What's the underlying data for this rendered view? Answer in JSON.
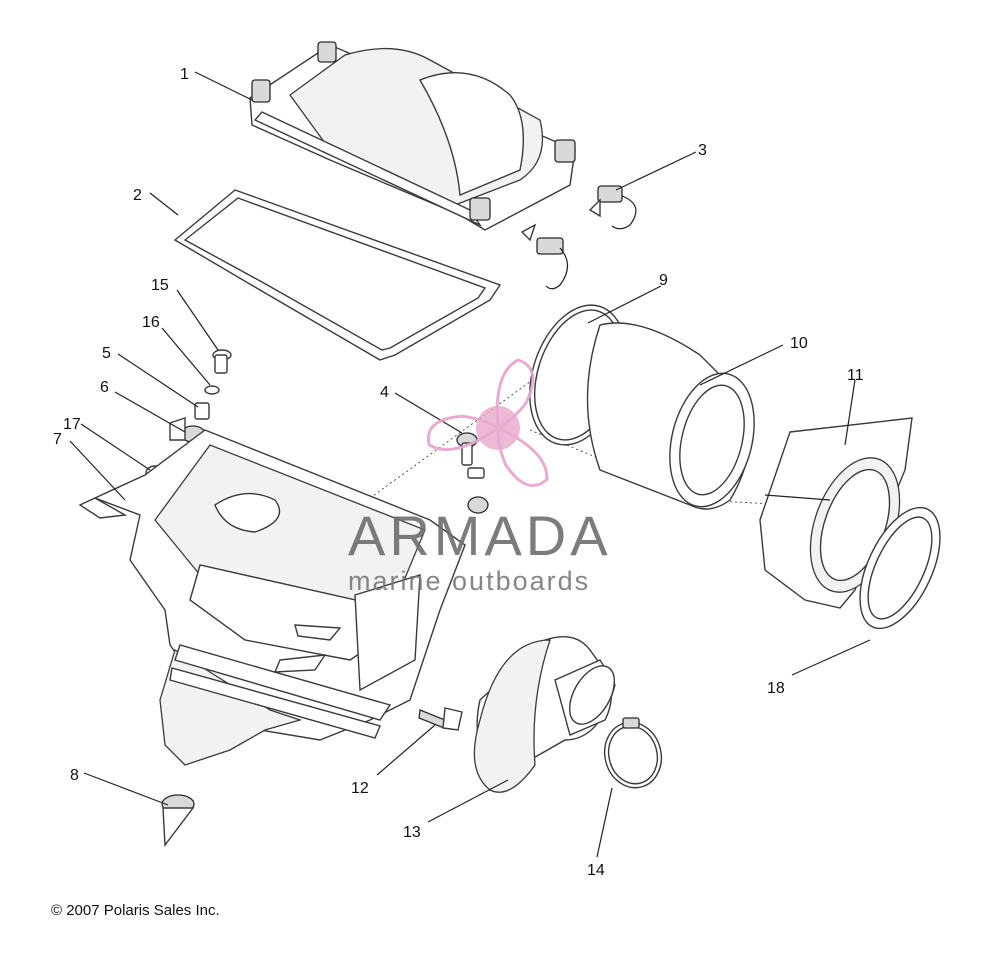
{
  "callouts": [
    {
      "id": "1",
      "label": "1"
    },
    {
      "id": "2",
      "label": "2"
    },
    {
      "id": "3",
      "label": "3"
    },
    {
      "id": "4",
      "label": "4"
    },
    {
      "id": "5",
      "label": "5"
    },
    {
      "id": "6",
      "label": "6"
    },
    {
      "id": "7",
      "label": "7"
    },
    {
      "id": "8",
      "label": "8"
    },
    {
      "id": "9",
      "label": "9"
    },
    {
      "id": "10",
      "label": "10"
    },
    {
      "id": "11",
      "label": "11"
    },
    {
      "id": "12",
      "label": "12"
    },
    {
      "id": "13",
      "label": "13"
    },
    {
      "id": "14",
      "label": "14"
    },
    {
      "id": "15",
      "label": "15"
    },
    {
      "id": "16",
      "label": "16"
    },
    {
      "id": "17",
      "label": "17"
    },
    {
      "id": "18",
      "label": "18"
    }
  ],
  "watermark": {
    "title": "ARMADA",
    "subtitle": "marine outboards",
    "logo_icon": "propeller-icon",
    "logo_color": "#e7a3cb"
  },
  "copyright": "© 2007 Polaris Sales Inc."
}
